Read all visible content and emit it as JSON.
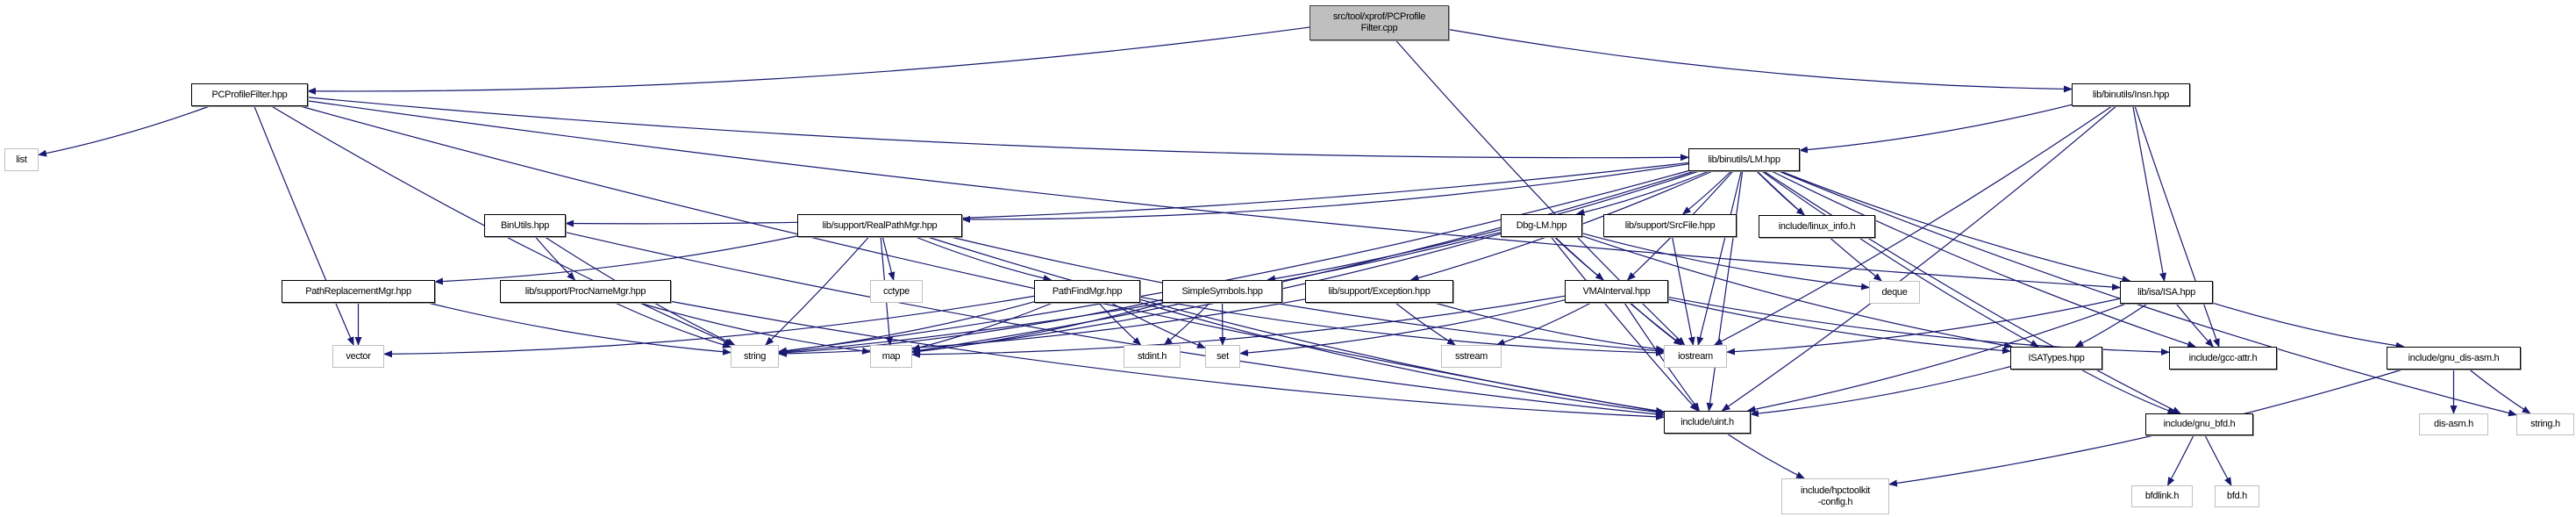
{
  "graph": {
    "nodes": {
      "root": {
        "label": "src/tool/xprof/PCProfile\nFilter.cpp",
        "kind": "root"
      },
      "pcpfhpp": {
        "label": "PCProfileFilter.hpp",
        "kind": "doc"
      },
      "list": {
        "label": "list",
        "kind": "ext"
      },
      "insn": {
        "label": "lib/binutils/Insn.hpp",
        "kind": "doc"
      },
      "lm": {
        "label": "lib/binutils/LM.hpp",
        "kind": "doc"
      },
      "binutils": {
        "label": "BinUtils.hpp",
        "kind": "doc"
      },
      "realpath": {
        "label": "lib/support/RealPathMgr.hpp",
        "kind": "doc"
      },
      "dbglm": {
        "label": "Dbg-LM.hpp",
        "kind": "doc"
      },
      "srcfile": {
        "label": "lib/support/SrcFile.hpp",
        "kind": "doc"
      },
      "linuxinfo": {
        "label": "include/linux_info.h",
        "kind": "doc"
      },
      "pathrepl": {
        "label": "PathReplacementMgr.hpp",
        "kind": "doc"
      },
      "procname": {
        "label": "lib/support/ProcNameMgr.hpp",
        "kind": "doc"
      },
      "cctype": {
        "label": "cctype",
        "kind": "ext"
      },
      "pathfind": {
        "label": "PathFindMgr.hpp",
        "kind": "doc"
      },
      "simplesym": {
        "label": "SimpleSymbols.hpp",
        "kind": "doc"
      },
      "exception": {
        "label": "lib/support/Exception.hpp",
        "kind": "doc"
      },
      "vmainterval": {
        "label": "VMAInterval.hpp",
        "kind": "doc"
      },
      "deque": {
        "label": "deque",
        "kind": "ext"
      },
      "isa": {
        "label": "lib/isa/ISA.hpp",
        "kind": "doc"
      },
      "vector": {
        "label": "vector",
        "kind": "ext"
      },
      "string": {
        "label": "string",
        "kind": "ext"
      },
      "map": {
        "label": "map",
        "kind": "ext"
      },
      "stdint": {
        "label": "stdint.h",
        "kind": "ext"
      },
      "set": {
        "label": "set",
        "kind": "ext"
      },
      "sstream": {
        "label": "sstream",
        "kind": "ext"
      },
      "iostream": {
        "label": "iostream",
        "kind": "ext"
      },
      "isatypes": {
        "label": "ISATypes.hpp",
        "kind": "doc"
      },
      "gccattr": {
        "label": "include/gcc-attr.h",
        "kind": "doc"
      },
      "gnudisasm": {
        "label": "include/gnu_dis-asm.h",
        "kind": "doc"
      },
      "uint": {
        "label": "include/uint.h",
        "kind": "doc"
      },
      "gnubfd": {
        "label": "include/gnu_bfd.h",
        "kind": "doc"
      },
      "disasm": {
        "label": "dis-asm.h",
        "kind": "ext"
      },
      "stringh": {
        "label": "string.h",
        "kind": "ext"
      },
      "hpcconfig": {
        "label": "include/hpctoolkit\n-config.h",
        "kind": "ext"
      },
      "bfdlink": {
        "label": "bfdlink.h",
        "kind": "ext"
      },
      "bfd": {
        "label": "bfd.h",
        "kind": "ext"
      }
    },
    "edges": [
      [
        "root",
        "pcpfhpp"
      ],
      [
        "root",
        "insn"
      ],
      [
        "root",
        "iostream"
      ],
      [
        "pcpfhpp",
        "list"
      ],
      [
        "pcpfhpp",
        "vector"
      ],
      [
        "pcpfhpp",
        "string"
      ],
      [
        "pcpfhpp",
        "uint"
      ],
      [
        "pcpfhpp",
        "lm"
      ],
      [
        "pcpfhpp",
        "isa"
      ],
      [
        "insn",
        "lm"
      ],
      [
        "insn",
        "iostream"
      ],
      [
        "insn",
        "isa"
      ],
      [
        "insn",
        "gccattr"
      ],
      [
        "insn",
        "uint"
      ],
      [
        "lm",
        "binutils"
      ],
      [
        "lm",
        "realpath"
      ],
      [
        "lm",
        "dbglm"
      ],
      [
        "lm",
        "srcfile"
      ],
      [
        "lm",
        "linuxinfo"
      ],
      [
        "lm",
        "deque"
      ],
      [
        "lm",
        "string"
      ],
      [
        "lm",
        "map"
      ],
      [
        "lm",
        "iostream"
      ],
      [
        "lm",
        "uint"
      ],
      [
        "lm",
        "isa"
      ],
      [
        "lm",
        "isatypes"
      ],
      [
        "lm",
        "gccattr"
      ],
      [
        "lm",
        "gnubfd"
      ],
      [
        "lm",
        "stringh"
      ],
      [
        "lm",
        "vmainterval"
      ],
      [
        "lm",
        "simplesym"
      ],
      [
        "lm",
        "exception"
      ],
      [
        "binutils",
        "procname"
      ],
      [
        "binutils",
        "string"
      ],
      [
        "binutils",
        "uint"
      ],
      [
        "realpath",
        "pathrepl"
      ],
      [
        "realpath",
        "pathfind"
      ],
      [
        "realpath",
        "cctype"
      ],
      [
        "realpath",
        "string"
      ],
      [
        "realpath",
        "map"
      ],
      [
        "realpath",
        "uint"
      ],
      [
        "realpath",
        "iostream"
      ],
      [
        "pathrepl",
        "vector"
      ],
      [
        "pathrepl",
        "string"
      ],
      [
        "procname",
        "string"
      ],
      [
        "procname",
        "map"
      ],
      [
        "procname",
        "uint"
      ],
      [
        "dbglm",
        "string"
      ],
      [
        "dbglm",
        "map"
      ],
      [
        "dbglm",
        "vmainterval"
      ],
      [
        "dbglm",
        "iostream"
      ],
      [
        "dbglm",
        "deque"
      ],
      [
        "dbglm",
        "isatypes"
      ],
      [
        "dbglm",
        "uint"
      ],
      [
        "srcfile",
        "iostream"
      ],
      [
        "pathfind",
        "vector"
      ],
      [
        "pathfind",
        "string"
      ],
      [
        "pathfind",
        "map"
      ],
      [
        "pathfind",
        "stdint"
      ],
      [
        "pathfind",
        "set"
      ],
      [
        "pathfind",
        "uint"
      ],
      [
        "pathfind",
        "iostream"
      ],
      [
        "simplesym",
        "string"
      ],
      [
        "simplesym",
        "map"
      ],
      [
        "simplesym",
        "stdint"
      ],
      [
        "simplesym",
        "set"
      ],
      [
        "exception",
        "string"
      ],
      [
        "exception",
        "sstream"
      ],
      [
        "exception",
        "iostream"
      ],
      [
        "vmainterval",
        "set"
      ],
      [
        "vmainterval",
        "map"
      ],
      [
        "vmainterval",
        "sstream"
      ],
      [
        "vmainterval",
        "iostream"
      ],
      [
        "vmainterval",
        "uint"
      ],
      [
        "vmainterval",
        "isatypes"
      ],
      [
        "vmainterval",
        "gccattr"
      ],
      [
        "isa",
        "isatypes"
      ],
      [
        "isa",
        "gccattr"
      ],
      [
        "isa",
        "gnudisasm"
      ],
      [
        "isa",
        "uint"
      ],
      [
        "isa",
        "iostream"
      ],
      [
        "isatypes",
        "uint"
      ],
      [
        "isatypes",
        "gnubfd"
      ],
      [
        "gnudisasm",
        "disasm"
      ],
      [
        "gnudisasm",
        "stringh"
      ],
      [
        "gnudisasm",
        "hpcconfig"
      ],
      [
        "gnubfd",
        "bfdlink"
      ],
      [
        "gnubfd",
        "bfd"
      ],
      [
        "uint",
        "hpcconfig"
      ]
    ],
    "colors": {
      "edge": "#191970",
      "root_fill": "#bfbfbf",
      "external_border": "#bfbfbf"
    }
  }
}
